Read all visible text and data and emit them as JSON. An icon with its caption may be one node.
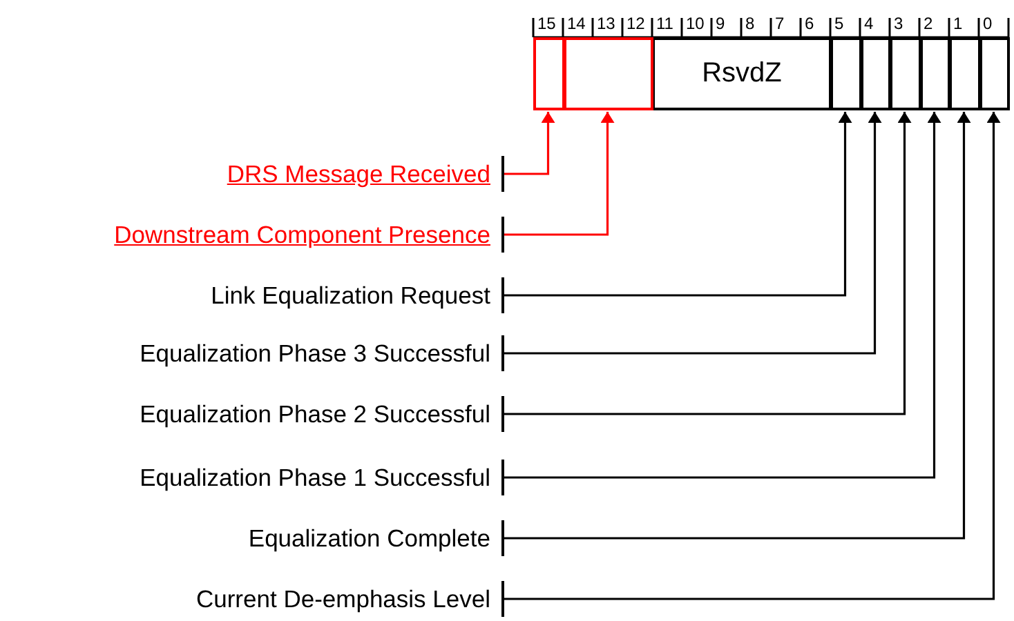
{
  "diagram": {
    "nodes": [
      {
        "text": [],
        "shape": "box"
      },
      {
        "text": [],
        "shape": "box"
      },
      {
        "text": [
          "RsvdZ"
        ]
      },
      {
        "text": [],
        "shape": "box"
      },
      {
        "text": [],
        "shape": "box"
      },
      {
        "text": [],
        "shape": "box"
      },
      {
        "text": [],
        "shape": "box"
      },
      {
        "text": [],
        "shape": "box"
      },
      {
        "text": [],
        "shape": "box"
      },
      {
        "text": [
          "DRS Message Received"
        ]
      },
      {
        "text": [
          "Downstream Component Presence"
        ]
      },
      {
        "text": [
          "Link Equalization Request"
        ]
      },
      {
        "text": [
          "Equalization Phase 3 Successful"
        ]
      },
      {
        "text": [
          "Equalization Phase 2 Successful"
        ]
      },
      {
        "text": [
          "Equalization Phase 1 Successful"
        ]
      },
      {
        "text": [
          "Equalization Complete"
        ]
      },
      {
        "text": [
          "Current De-emphasis Level"
        ]
      }
    ],
    "edges": [
      {
        "from": 9,
        "to": 0,
        "arrow": "to",
        "color": "#ff0000"
      },
      {
        "from": 10,
        "to": 1,
        "arrow": "to",
        "color": "#ff0000"
      },
      {
        "from": 11,
        "to": 3,
        "arrow": "to"
      },
      {
        "from": 12,
        "to": 4,
        "arrow": "to"
      },
      {
        "from": 13,
        "to": 5,
        "arrow": "to"
      },
      {
        "from": 14,
        "to": 6,
        "arrow": "to"
      },
      {
        "from": 15,
        "to": 7,
        "arrow": "to"
      },
      {
        "from": 16,
        "to": 8,
        "arrow": "to"
      }
    ],
    "labels": [
      "15",
      "14",
      "13",
      "12",
      "11",
      "10",
      "9",
      "8",
      "7",
      "6",
      "5",
      "4",
      "3",
      "2",
      "1",
      "0"
    ]
  }
}
